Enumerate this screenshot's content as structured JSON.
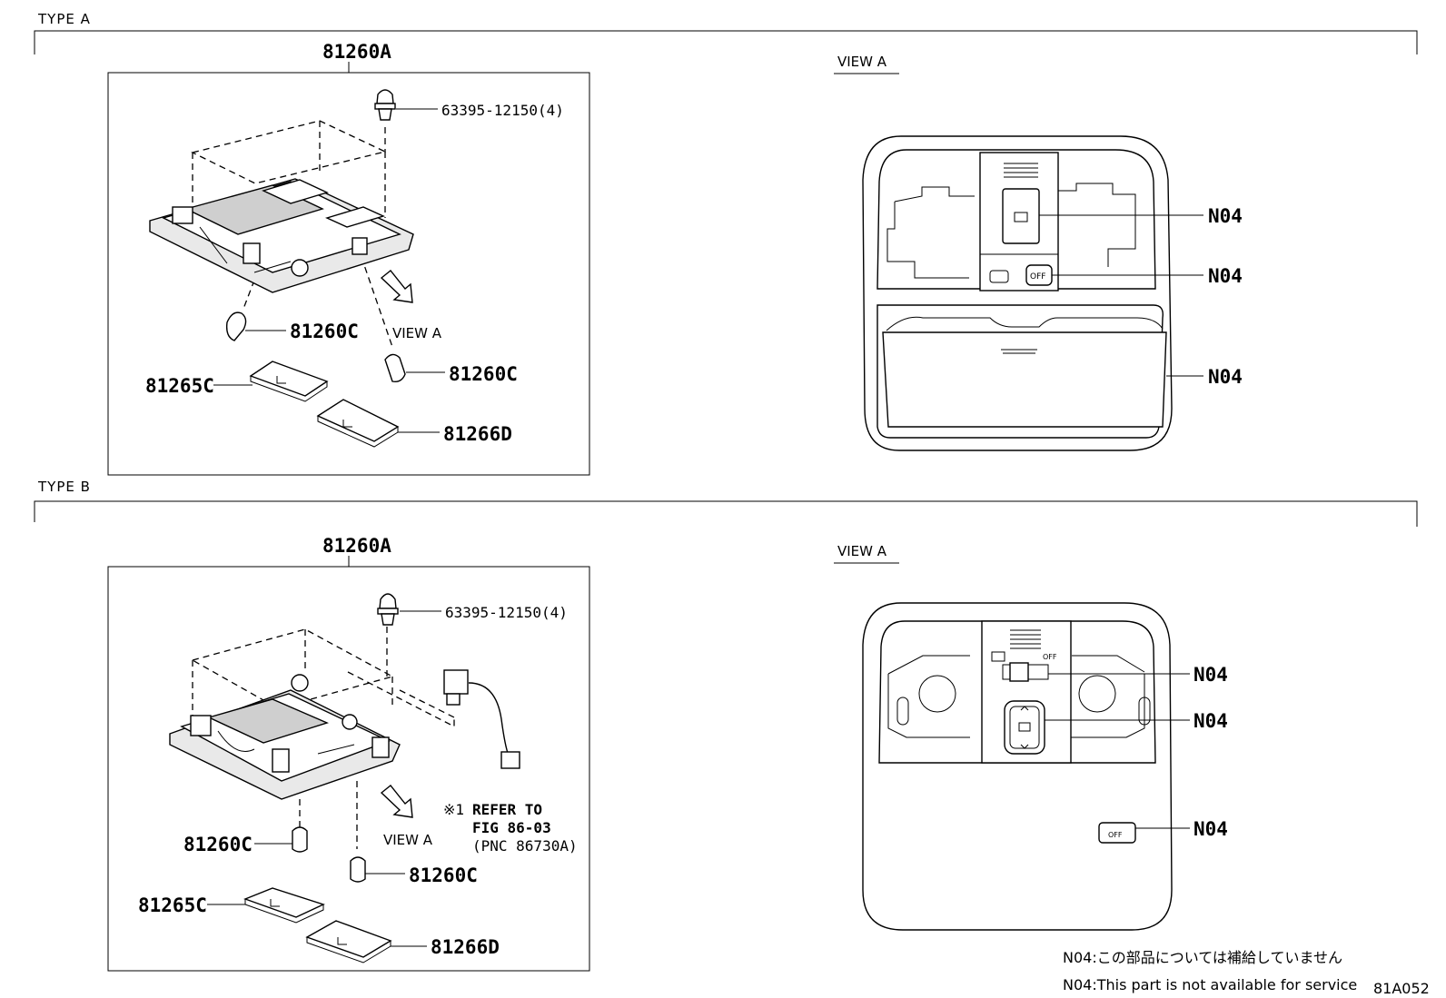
{
  "sections": {
    "type_a": "TYPE A",
    "type_b": "TYPE B"
  },
  "type_a": {
    "assembly": "81260A",
    "clip": "63395-12150(4)",
    "bulb_left": "81260C",
    "bulb_right": "81260C",
    "lens_left": "81265C",
    "lens_right": "81266D",
    "view_arrow": "VIEW A",
    "view_title": "VIEW A",
    "callouts": [
      "N04",
      "N04",
      "N04"
    ],
    "switch_off": "OFF"
  },
  "type_b": {
    "assembly": "81260A",
    "clip": "63395-12150(4)",
    "bulb_left": "81260C",
    "bulb_right": "81260C",
    "lens_left": "81265C",
    "lens_right": "81266D",
    "view_arrow": "VIEW A",
    "view_title": "VIEW A",
    "refer_mark": "※1",
    "refer_line1": "REFER TO",
    "refer_line2": "FIG 86-03",
    "refer_line3": "(PNC 86730A)",
    "callouts": [
      "N04",
      "N04",
      "N04"
    ],
    "switch_off": "OFF",
    "button_text": "OFF"
  },
  "notes": {
    "jp": "N04:この部品については補給していません",
    "en": "N04:This part is not available for service"
  },
  "figure_code": "81A052"
}
